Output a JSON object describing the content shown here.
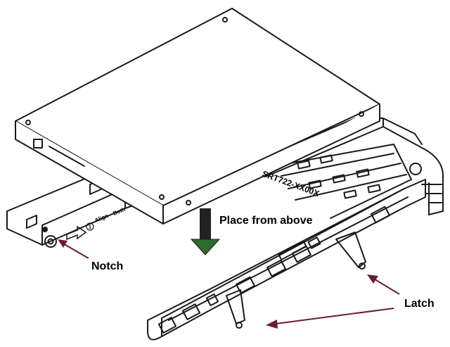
{
  "labels": {
    "place_from_above": "Place from above",
    "notch": "Notch",
    "latch": "Latch",
    "tray_part_number": "SRT722-XX00X",
    "align_text": "Align",
    "align_number": "1",
    "both_text": "Both"
  },
  "colors": {
    "line": "#1a1a1a",
    "arrow_green": "#2f6b2f",
    "arrow_dark": "#222222",
    "callout_line": "#6b1d2e"
  },
  "icons": {
    "down_arrow": "down-arrow-icon",
    "callout_arrow": "callout-arrow-icon"
  }
}
